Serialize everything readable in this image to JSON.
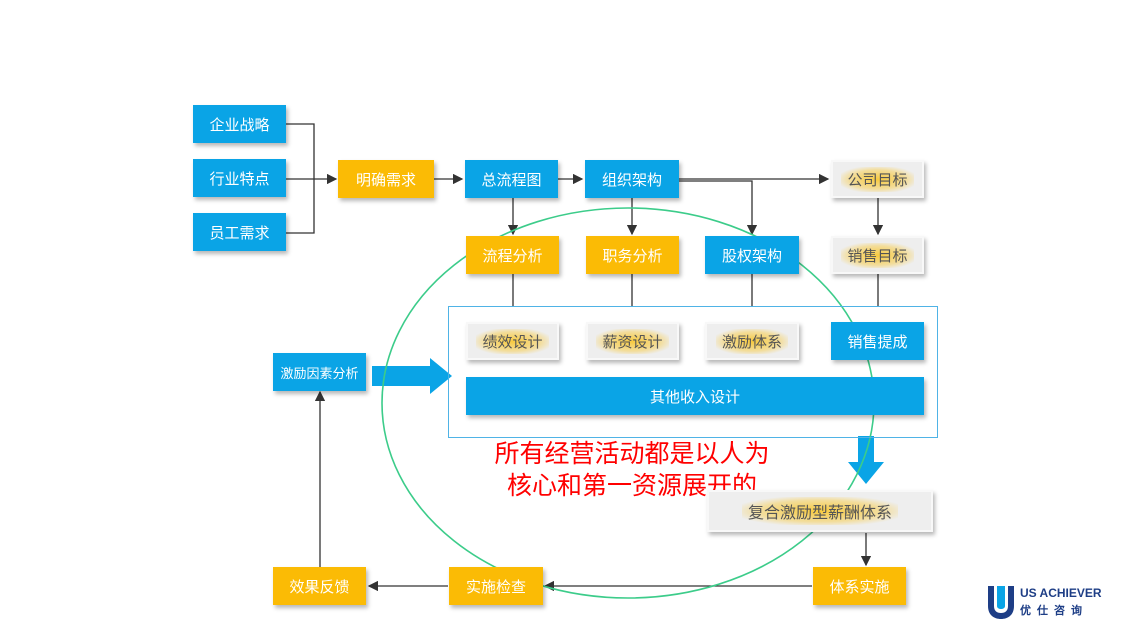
{
  "inputs": [
    "企业战略",
    "行业特点",
    "员工需求"
  ],
  "main_flow": [
    "明确需求",
    "总流程图",
    "组织架构",
    "公司目标"
  ],
  "analysis": [
    "流程分析",
    "职务分析",
    "股权架构",
    "销售目标"
  ],
  "design": [
    "绩效设计",
    "薪资设计",
    "激励体系",
    "销售提成"
  ],
  "other_income": "其他收入设计",
  "motivation_analysis": "激励因素分析",
  "result": "复合激励型薪酬体系",
  "bottom": [
    "效果反馈",
    "实施检查",
    "体系实施"
  ],
  "note_lines": [
    "所有经营活动都是以人为",
    "核心和第一资源展开的"
  ],
  "logo": {
    "line1": "US ACHIEVER",
    "line2": "优仕咨询"
  },
  "colors": {
    "blue": "#0aa4e6",
    "orange": "#fbbb05",
    "note": "#ff0000",
    "ellipse": "#3ccc8a"
  }
}
